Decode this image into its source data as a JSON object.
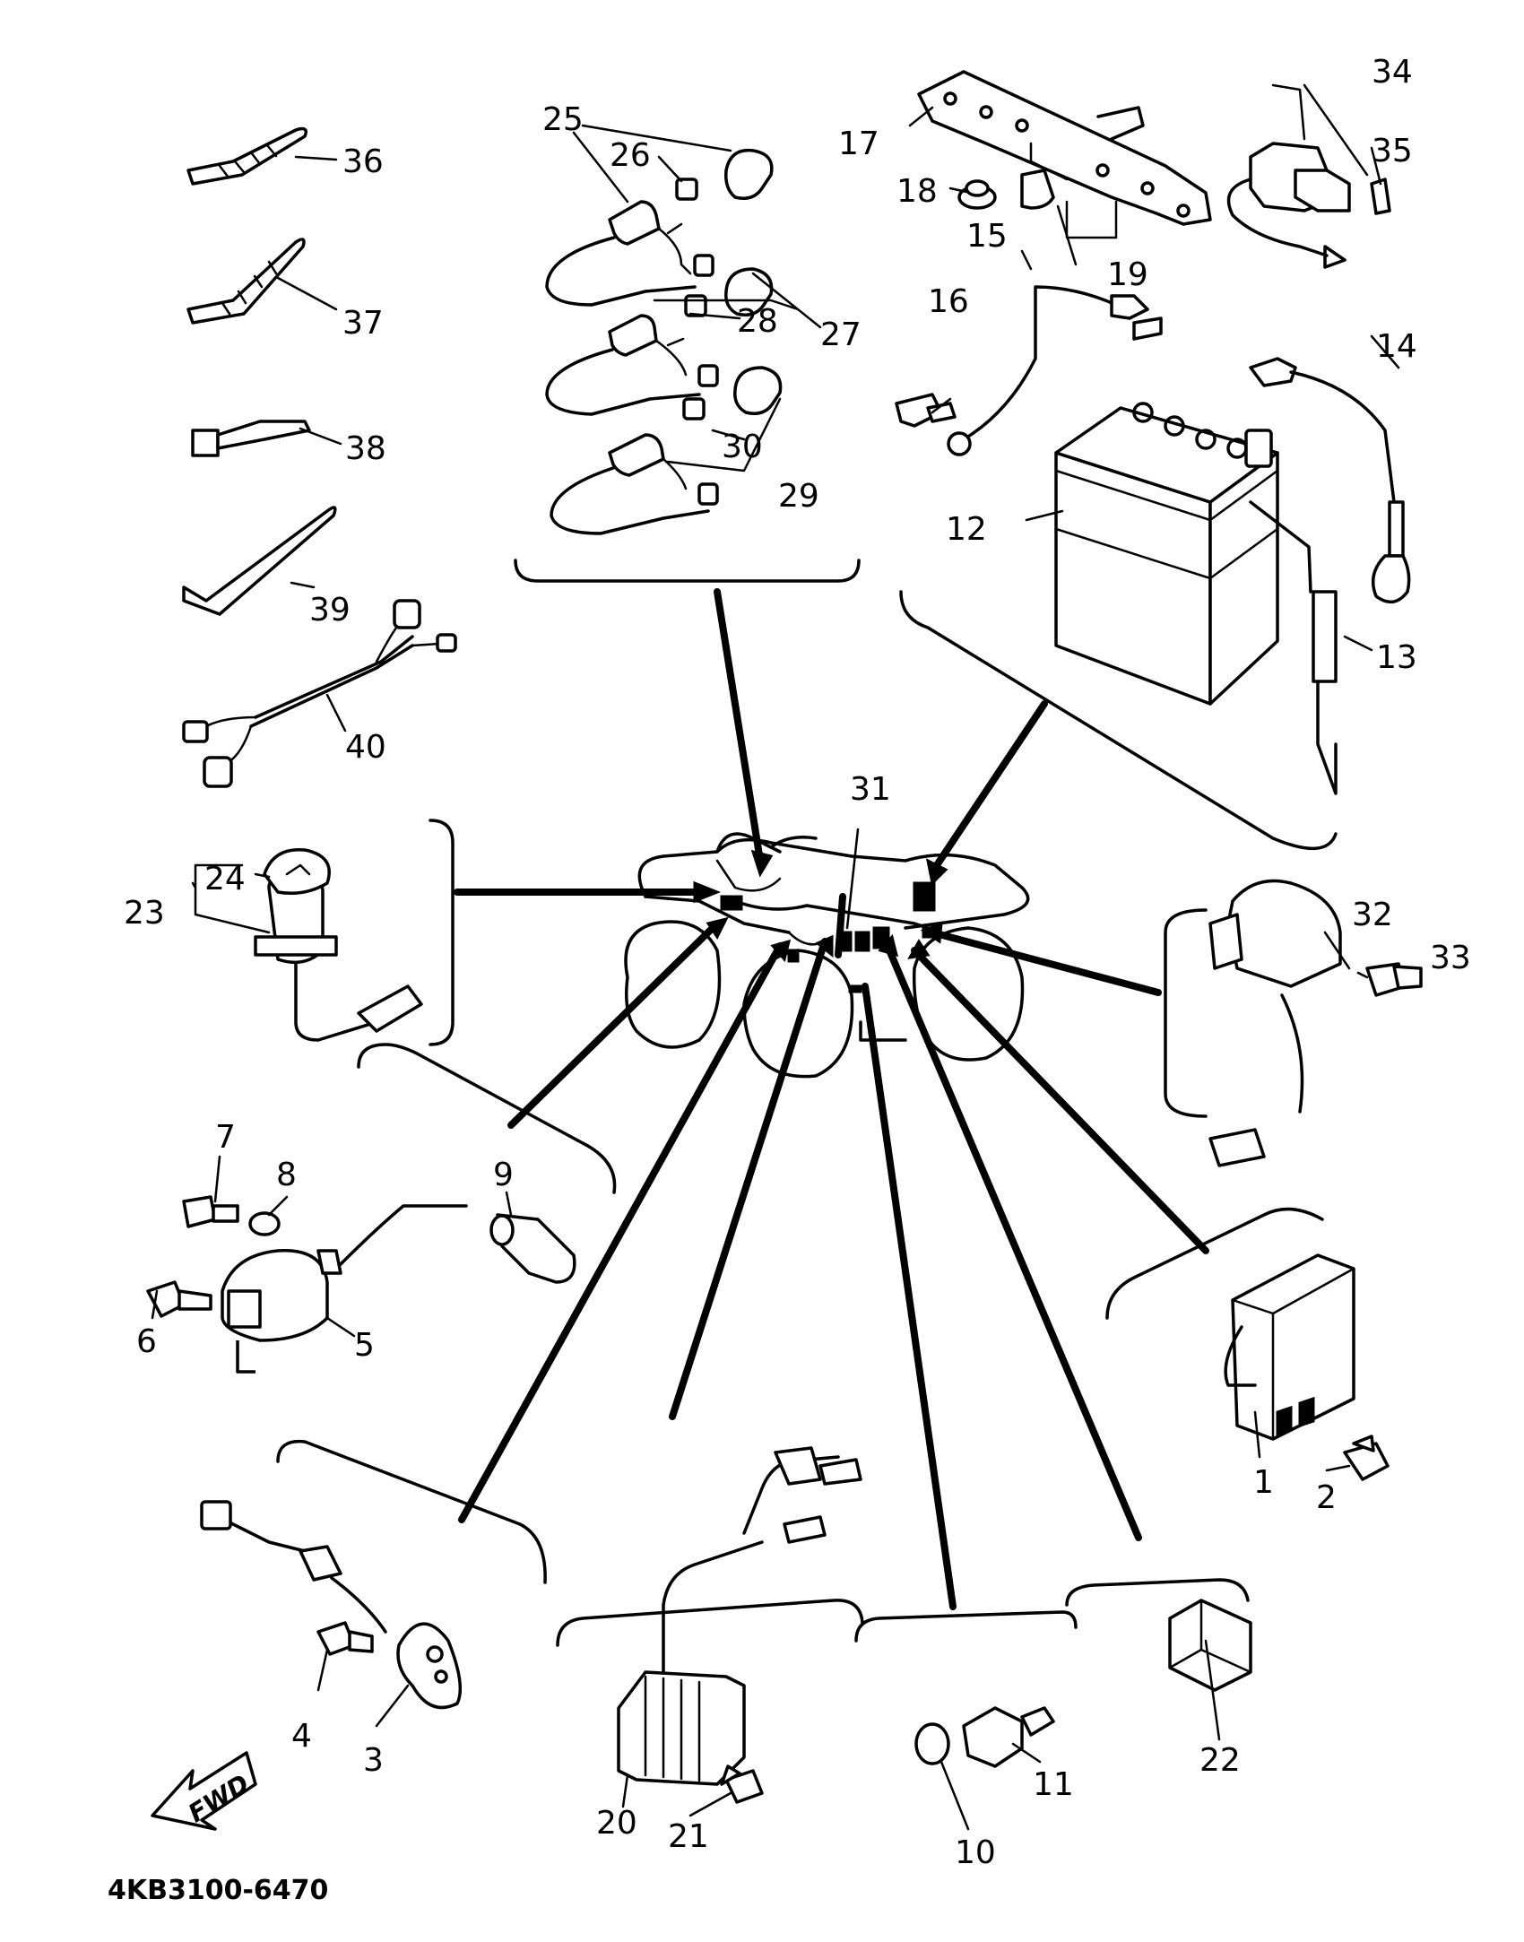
{
  "labels": {
    "l1": "1",
    "l2": "2",
    "l3": "3",
    "l4": "4",
    "l5": "5",
    "l6": "6",
    "l7": "7",
    "l8": "8",
    "l9": "9",
    "l10": "10",
    "l11": "11",
    "l12": "12",
    "l13": "13",
    "l14": "14",
    "l15": "15",
    "l16": "16",
    "l17": "17",
    "l18": "18",
    "l19": "19",
    "l20": "20",
    "l21": "21",
    "l22": "22",
    "l23": "23",
    "l24": "24",
    "l25": "25",
    "l26": "26",
    "l27": "27",
    "l28": "28",
    "l29": "29",
    "l30": "30",
    "l31": "31",
    "l32": "32",
    "l33": "33",
    "l34": "34",
    "l35": "35",
    "l36": "36",
    "l37": "37",
    "l38": "38",
    "l39": "39",
    "l40": "40"
  },
  "fwd_label": "FWD",
  "diagram_code": "4KB3100-6470"
}
